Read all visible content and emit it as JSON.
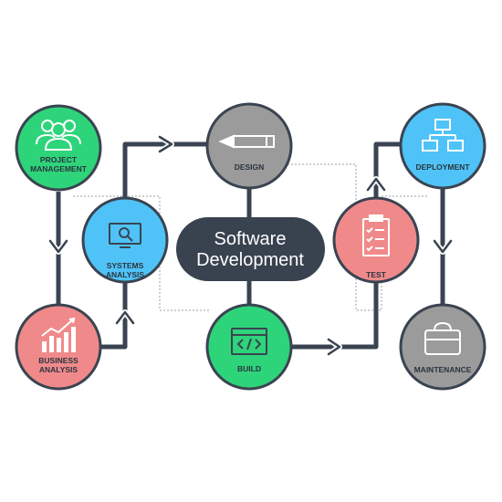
{
  "center": {
    "line1": "Software",
    "line2": "Development"
  },
  "nodes": {
    "project_management": {
      "line1": "PROJECT",
      "line2": "MANAGEMENT",
      "icon": "team-icon"
    },
    "systems_analysis": {
      "line1": "SYSTEMS",
      "line2": "ANALYSIS",
      "icon": "monitor-search-icon"
    },
    "business_analysis": {
      "line1": "BUSINESS",
      "line2": "ANALYSIS",
      "icon": "bar-chart-icon"
    },
    "design": {
      "line1": "DESIGN",
      "icon": "pencil-icon"
    },
    "build": {
      "line1": "BUILD",
      "icon": "code-window-icon"
    },
    "test": {
      "line1": "TEST",
      "icon": "checklist-icon"
    },
    "deployment": {
      "line1": "DEPLOYMENT",
      "icon": "network-icon"
    },
    "maintenance": {
      "line1": "MAINTENANCE",
      "icon": "toolbox-icon"
    }
  },
  "colors": {
    "green": "#2ed47a",
    "blue": "#4fc3f7",
    "pink": "#f08a8a",
    "gray": "#9b9b9b",
    "dark": "#39434f",
    "connector": "#3a4451"
  }
}
